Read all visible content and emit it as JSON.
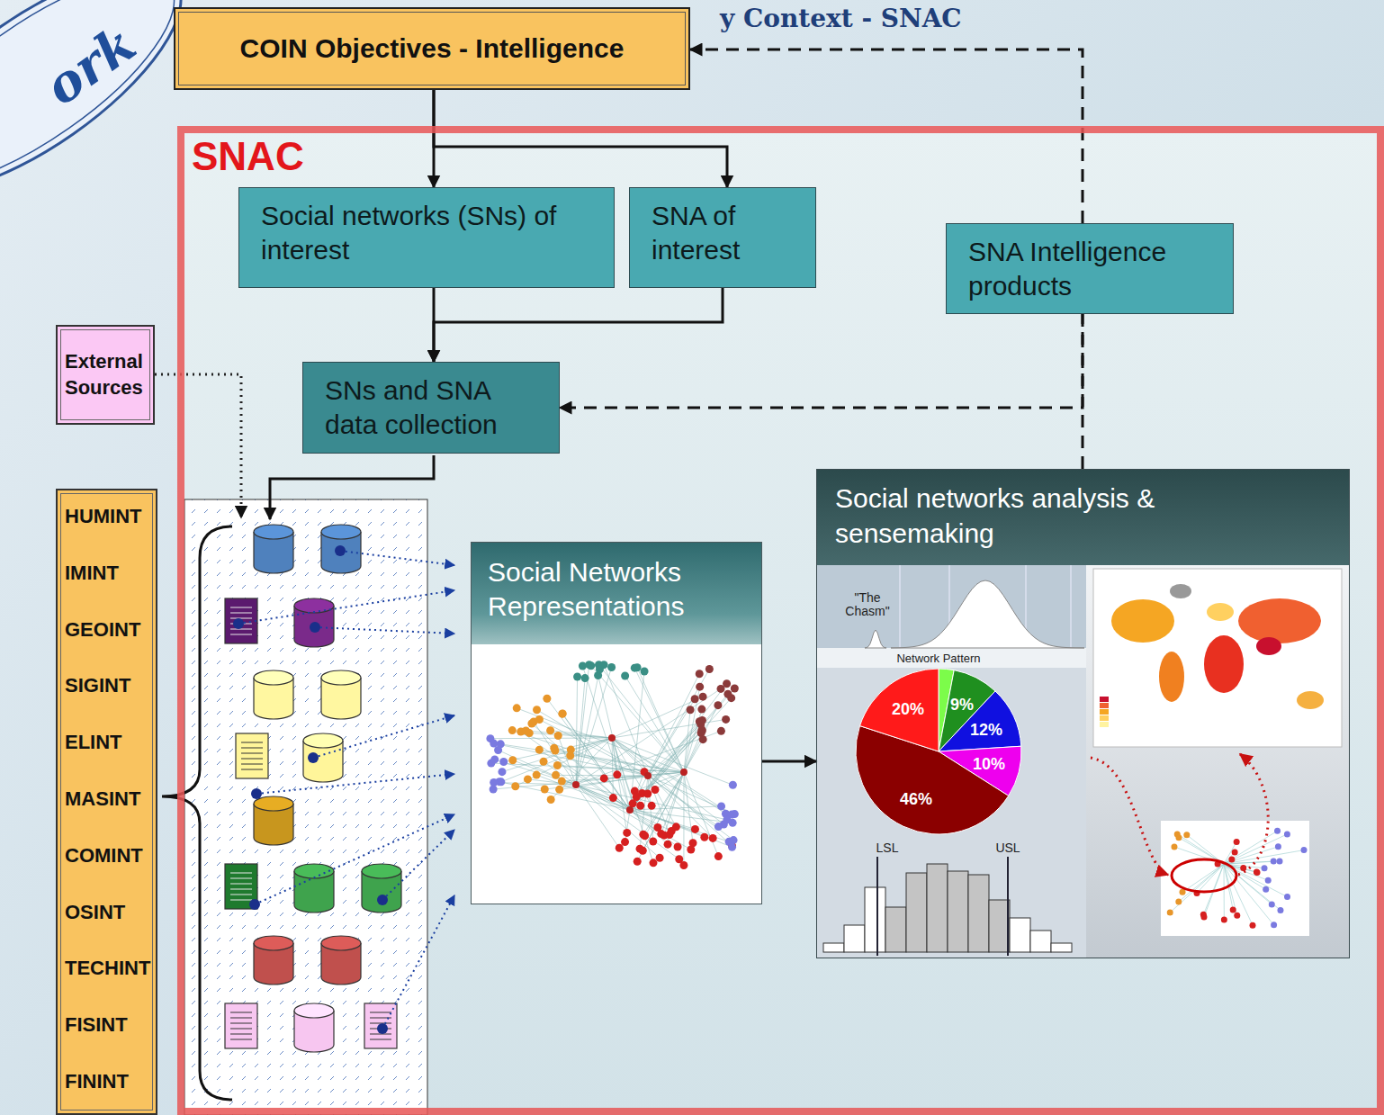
{
  "diagram": {
    "nodes": [
      {
        "text": [
          "COIN Objectives - Intelligence"
        ]
      },
      {
        "text": [
          "SNAC"
        ]
      },
      {
        "text": [
          "Social networks (SNs) of interest"
        ],
        "in": 1
      },
      {
        "text": [
          "SNA of interest"
        ],
        "in": 1
      },
      {
        "text": [
          "SNA Intelligence products"
        ],
        "in": 1
      },
      {
        "text": [
          "SNs and SNA data collection"
        ],
        "in": 1
      },
      {
        "text": [
          "External Sources"
        ]
      },
      {
        "text": [
          "HUMINT",
          "IMINT",
          "GEOINT",
          "SIGINT",
          "ELINT",
          "MASINT",
          "COMINT",
          "OSINT",
          "TECHINT",
          "FISINT",
          "FININT"
        ]
      },
      {
        "text": [
          "Social Networks Representations"
        ],
        "in": 1
      },
      {
        "text": [
          "Social networks analysis & sensemaking"
        ],
        "in": 1
      }
    ],
    "edges": [
      {
        "from": 0,
        "to": 2,
        "arrow": "to"
      },
      {
        "from": 0,
        "to": 3,
        "arrow": "to"
      },
      {
        "from": 2,
        "to": 5,
        "arrow": "to"
      },
      {
        "from": 3,
        "to": 5,
        "arrow": "to"
      },
      {
        "from": 8,
        "to": 9,
        "arrow": "to"
      },
      {
        "from": 9,
        "to": 4,
        "arrow": "none"
      },
      {
        "from": 4,
        "to": 0,
        "arrow": "to"
      },
      {
        "from": 4,
        "to": 5,
        "arrow": "to"
      }
    ],
    "labels": [
      "ork",
      "y Context - SNAC",
      "\"The Chasm\"",
      "Network Pattern",
      "20%",
      "9%",
      "12%",
      "10%",
      "46%",
      "LSL",
      "USL"
    ]
  }
}
